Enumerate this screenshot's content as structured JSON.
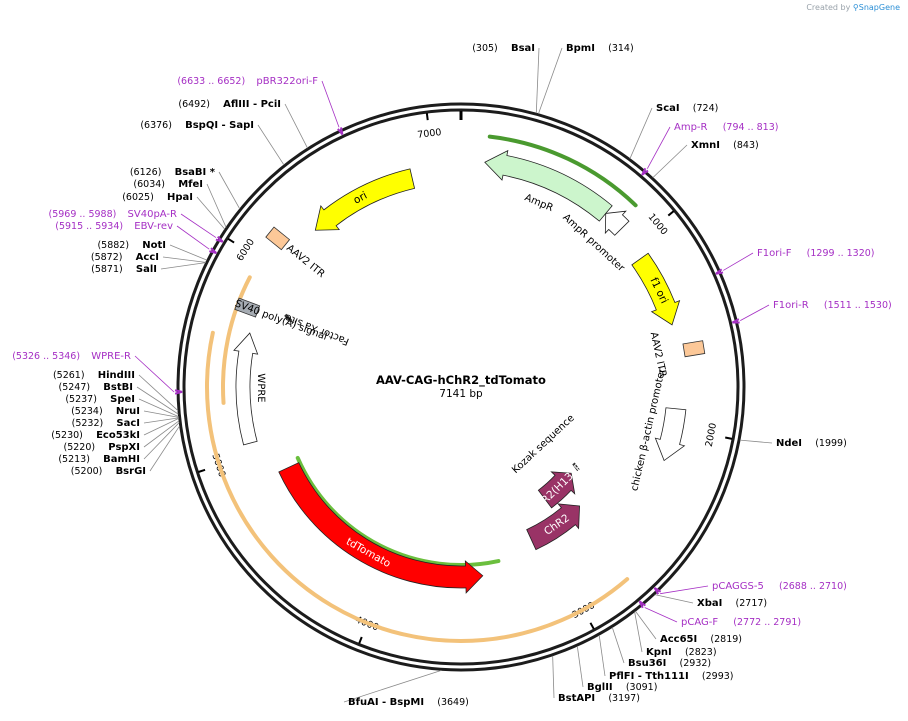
{
  "credit": {
    "prefix": "Created by",
    "brand": "SnapGene"
  },
  "plasmid": {
    "name": "AAV-CAG-hChR2_tdTomato",
    "length_label": "7141 bp",
    "length": 7141
  },
  "ruler_ticks": [
    "1000",
    "2000",
    "3000",
    "4000",
    "5000",
    "6000",
    "7000"
  ],
  "features": [
    {
      "name": "ori",
      "start": 6290,
      "end": 6880,
      "dir": -1,
      "color": "#ffff00",
      "label_inside": true
    },
    {
      "name": "AmpR",
      "start": 120,
      "end": 790,
      "dir": -1,
      "color": "#ccf5cc",
      "label_inside": false
    },
    {
      "name": "AmpR promoter",
      "start": 790,
      "end": 900,
      "dir": -1,
      "color": "#ffffff",
      "label_inside": false
    },
    {
      "name": "f1 ori",
      "start": 1080,
      "end": 1460,
      "dir": 1,
      "color": "#ffff00",
      "label_inside": true
    },
    {
      "name": "AAV2 ITR",
      "start": 1560,
      "end": 1640,
      "dir": 0,
      "color": "#fcc898",
      "label_inside": false
    },
    {
      "name": "chicken β-actin promoter",
      "start": 1900,
      "end": 2180,
      "dir": 1,
      "color": "#ffffff",
      "label_inside": false
    },
    {
      "name": "Kozak sequence",
      "start": 2470,
      "end": 2480,
      "dir": 0,
      "color": "#ffffff",
      "label_inside": false
    },
    {
      "name": "ChR2(H134R)",
      "start": 2540,
      "end": 2840,
      "dir": -1,
      "color": "#993366",
      "label_inside": true
    },
    {
      "name": "ChR2",
      "start": 2680,
      "end": 3080,
      "dir": -1,
      "color": "#993366",
      "label_inside": true
    },
    {
      "name": "tdTomato",
      "start": 3440,
      "end": 4860,
      "dir": -1,
      "color": "#ff0000",
      "label_inside": true
    },
    {
      "name": "WPRE",
      "start": 5060,
      "end": 5640,
      "dir": 1,
      "color": "#ffffff",
      "label_inside": false
    },
    {
      "name": "SV40 poly(A) signal",
      "start": 5700,
      "end": 5820,
      "dir": 0,
      "color": "#a6acb3",
      "label_inside": false
    },
    {
      "name": "Factor Xa site",
      "start": 5780,
      "end": 5795,
      "dir": 0,
      "color": "#ffffff",
      "label_inside": false
    },
    {
      "name": "AAV2 ITR",
      "start": 6080,
      "end": 6180,
      "dir": 0,
      "color": "#fcc898",
      "label_inside": false
    }
  ],
  "sites": [
    {
      "name": "BsaI",
      "pos": "(305)"
    },
    {
      "name": "BpmI",
      "pos": "(314)"
    },
    {
      "name": "ScaI",
      "pos": "(724)"
    },
    {
      "name": "XmnI",
      "pos": "(843)"
    },
    {
      "name": "NdeI",
      "pos": "(1999)"
    },
    {
      "name": "XbaI",
      "pos": "(2717)"
    },
    {
      "name": "Acc65I",
      "pos": "(2819)"
    },
    {
      "name": "KpnI",
      "pos": "(2823)"
    },
    {
      "name": "Bsu36I",
      "pos": "(2932)"
    },
    {
      "name": "PflFI - Tth111I",
      "pos": "(2993)"
    },
    {
      "name": "BglII",
      "pos": "(3091)"
    },
    {
      "name": "BstAPI",
      "pos": "(3197)"
    },
    {
      "name": "BfuAI - BspMI",
      "pos": "(3649)"
    },
    {
      "name": "BsrGI",
      "pos": "(5200)"
    },
    {
      "name": "BamHI",
      "pos": "(5213)"
    },
    {
      "name": "PspXI",
      "pos": "(5220)"
    },
    {
      "name": "Eco53kI",
      "pos": "(5230)"
    },
    {
      "name": "SacI",
      "pos": "(5232)"
    },
    {
      "name": "NruI",
      "pos": "(5234)"
    },
    {
      "name": "SpeI",
      "pos": "(5237)"
    },
    {
      "name": "BstBI",
      "pos": "(5247)"
    },
    {
      "name": "HindIII",
      "pos": "(5261)"
    },
    {
      "name": "SalI",
      "pos": "(5871)"
    },
    {
      "name": "AccI",
      "pos": "(5872)"
    },
    {
      "name": "NotI",
      "pos": "(5882)"
    },
    {
      "name": "HpaI",
      "pos": "(6025)"
    },
    {
      "name": "MfeI",
      "pos": "(6034)"
    },
    {
      "name": "BsaBI *",
      "pos": "(6126)"
    },
    {
      "name": "BspQI - SapI",
      "pos": "(6376)"
    },
    {
      "name": "AflIII - PciI",
      "pos": "(6492)"
    }
  ],
  "primers": [
    {
      "name": "pBR322ori-F",
      "pos": "(6633 .. 6652)"
    },
    {
      "name": "Amp-R",
      "pos": "(794 .. 813)"
    },
    {
      "name": "F1ori-F",
      "pos": "(1299 .. 1320)"
    },
    {
      "name": "F1ori-R",
      "pos": "(1511 .. 1530)"
    },
    {
      "name": "pCAGGS-5",
      "pos": "(2688 .. 2710)"
    },
    {
      "name": "pCAG-F",
      "pos": "(2772 .. 2791)"
    },
    {
      "name": "WPRE-R",
      "pos": "(5326 .. 5346)"
    },
    {
      "name": "SV40pA-R",
      "pos": "(5969 .. 5988)"
    },
    {
      "name": "EBV-rev",
      "pos": "(5915 .. 5934)"
    }
  ]
}
